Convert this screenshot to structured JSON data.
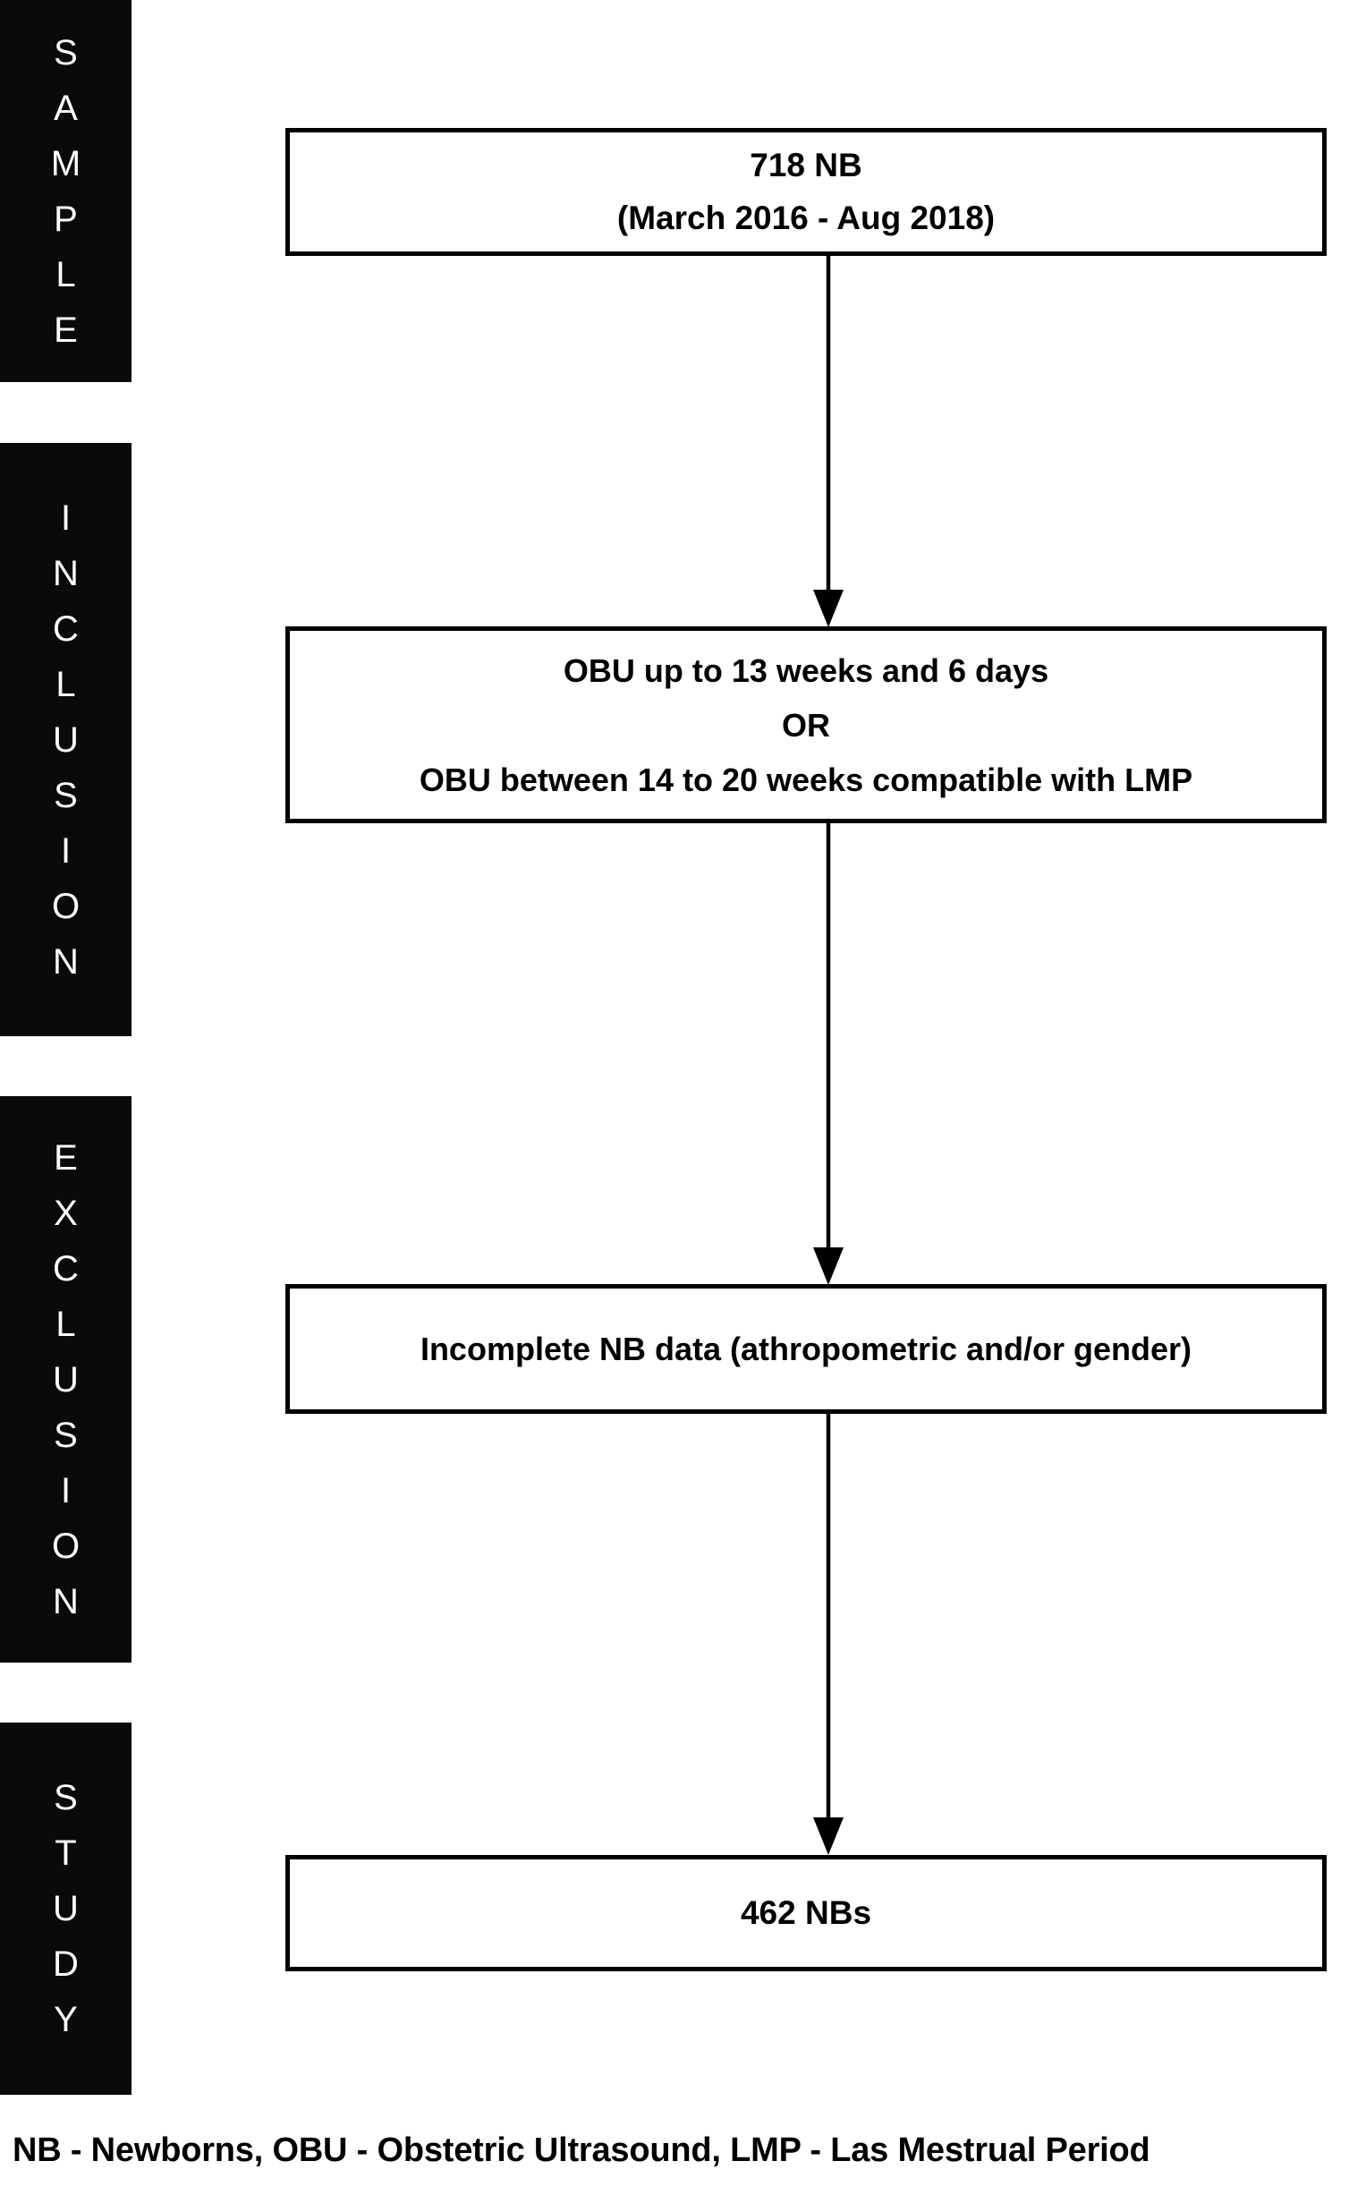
{
  "stages": [
    {
      "id": "sample",
      "label": "SAMPLE",
      "letters": [
        "S",
        "A",
        "M",
        "P",
        "L",
        "E"
      ]
    },
    {
      "id": "inclusion",
      "label": "INCLUSION",
      "letters": [
        "I",
        "N",
        "C",
        "L",
        "U",
        "S",
        "I",
        "O",
        "N"
      ]
    },
    {
      "id": "exclusion",
      "label": "EXCLUSION",
      "letters": [
        "E",
        "X",
        "C",
        "L",
        "U",
        "S",
        "I",
        "O",
        "N"
      ]
    },
    {
      "id": "study",
      "label": "STUDY",
      "letters": [
        "S",
        "T",
        "U",
        "D",
        "Y"
      ]
    }
  ],
  "boxes": {
    "sample": {
      "line1": "718 NB",
      "line2": "(March 2016 - Aug 2018)"
    },
    "inclusion": {
      "line1": "OBU up to 13 weeks and 6 days",
      "line2": "OR",
      "line3": "OBU between 14 to 20 weeks compatible with LMP"
    },
    "exclusion": {
      "line1": "Incomplete NB data (athropometric and/or gender)"
    },
    "study": {
      "line1": "462 NBs"
    }
  },
  "connectors": [
    {
      "id": "conn-1",
      "from": "sample-box",
      "to": "inclusion-box",
      "arrowhead": "down"
    },
    {
      "id": "conn-2",
      "from": "inclusion-box",
      "to": "exclusion-box",
      "arrowhead": "down"
    },
    {
      "id": "conn-3",
      "from": "exclusion-box",
      "to": "study-box",
      "arrowhead": "down"
    }
  ],
  "footer": {
    "caption": "NB - Newborns, OBU - Obstetric Ultrasound, LMP - Las Mestrual Period"
  },
  "colors": {
    "stage_bar_background": "#0a0a0a",
    "stage_bar_text": "#ffffff",
    "box_border": "#000000",
    "box_background": "#ffffff",
    "text": "#000000",
    "page_background": "#ffffff"
  }
}
